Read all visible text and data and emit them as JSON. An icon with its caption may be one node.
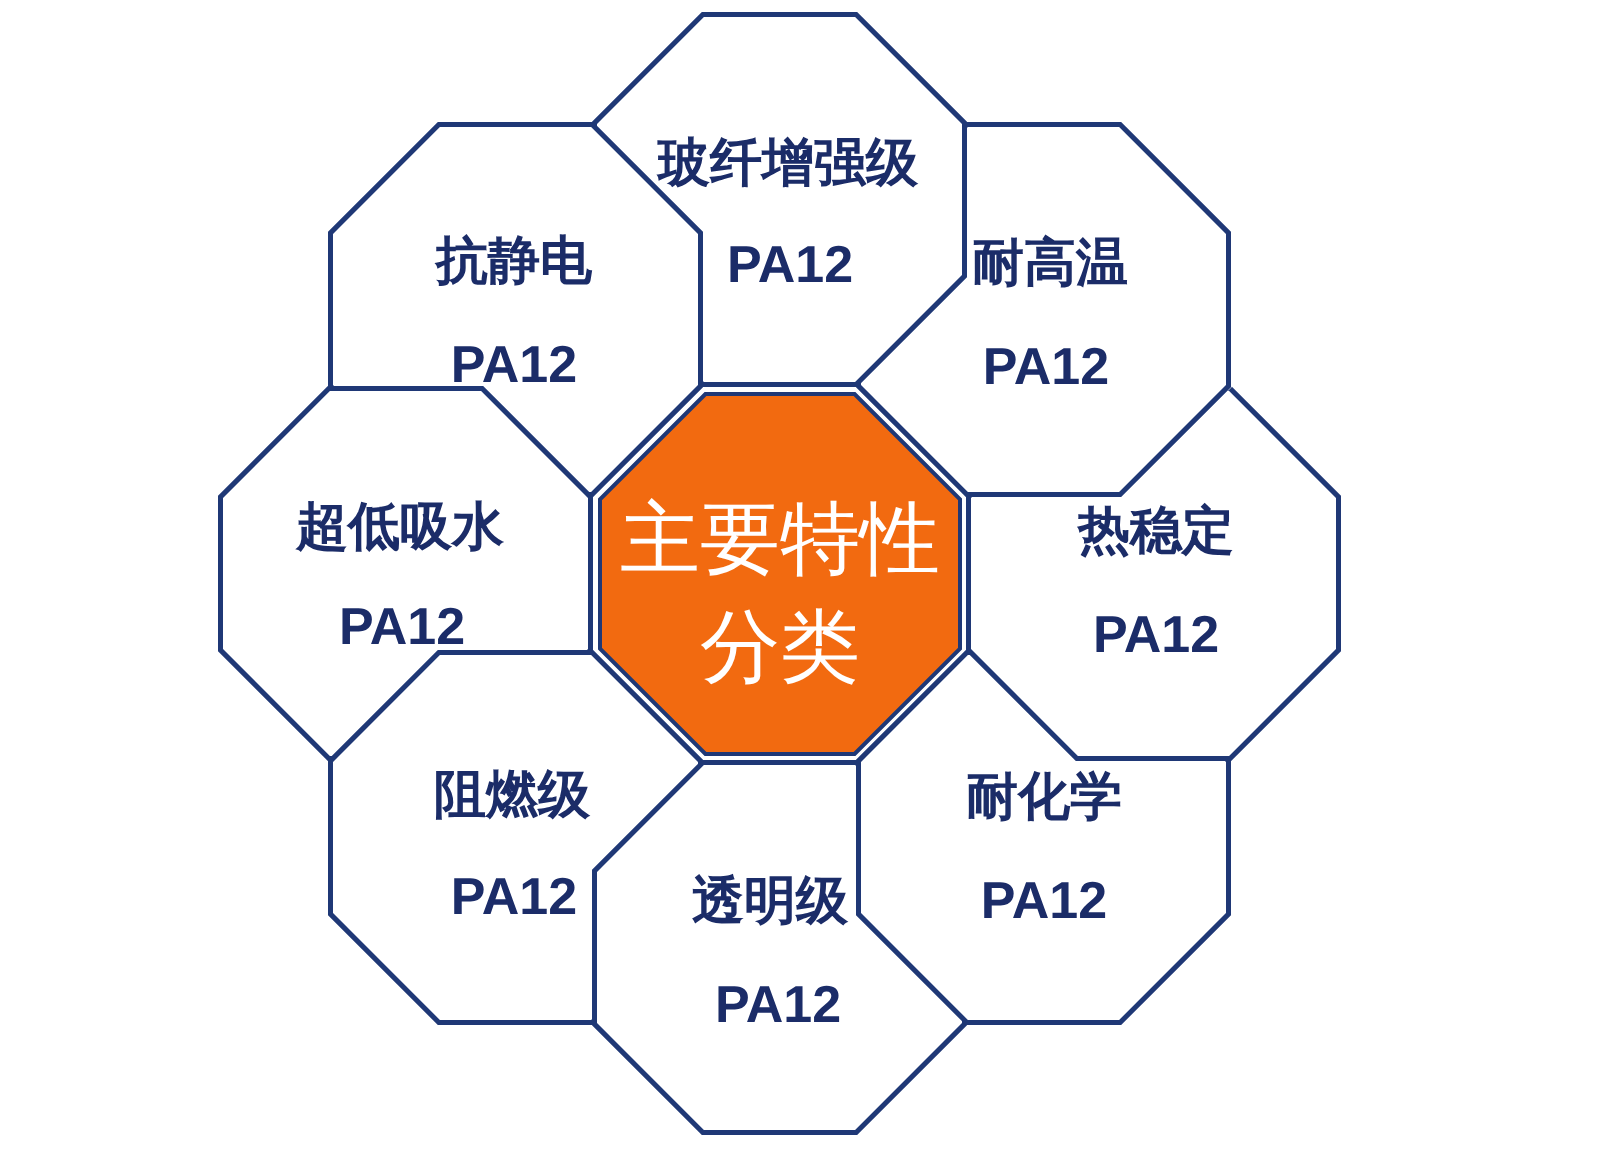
{
  "diagram": {
    "nodes": [
      {
        "text": [
          "主要特性分类"
        ]
      },
      {
        "text": [
          "玻纤增强级",
          "PA12"
        ]
      },
      {
        "text": [
          "耐高温",
          "PA12"
        ]
      },
      {
        "text": [
          "热稳定",
          "PA12"
        ]
      },
      {
        "text": [
          "耐化学",
          "PA12"
        ]
      },
      {
        "text": [
          "透明级",
          "PA12"
        ]
      },
      {
        "text": [
          "阻燃级",
          "PA12"
        ]
      },
      {
        "text": [
          "超低吸水",
          "PA12"
        ]
      },
      {
        "text": [
          "抗静电",
          "PA12"
        ]
      }
    ]
  }
}
